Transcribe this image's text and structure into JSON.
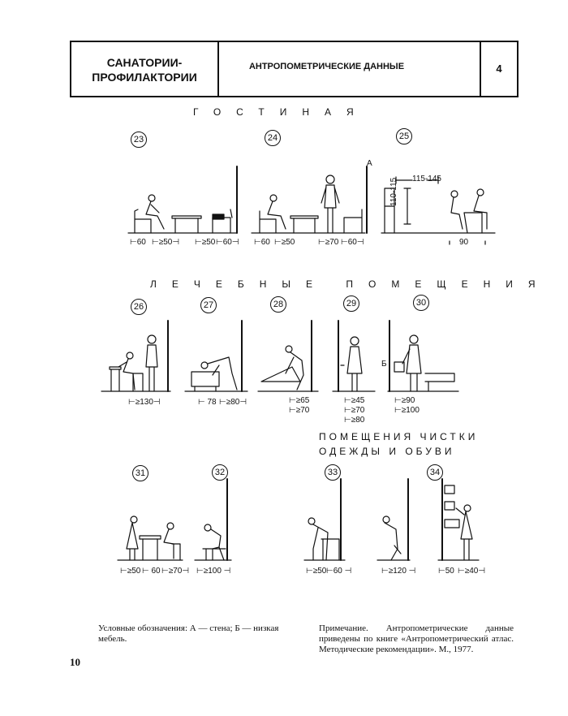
{
  "header": {
    "section_title_line1": "САНАТОРИИ-",
    "section_title_line2": "ПРОФИЛАКТОРИИ",
    "topic": "АНТРОПОМЕТРИЧЕСКИЕ ДАННЫЕ",
    "sheet_number": "4"
  },
  "sections": {
    "s1": "ГОСТИНАЯ",
    "s2": "ЛЕЧЕБНЫЕ ПОМЕЩЕНИЯ",
    "s3_line1": "ПОМЕЩЕНИЯ ЧИСТКИ",
    "s3_line2": "ОДЕЖДЫ И ОБУВИ"
  },
  "figures": {
    "n23": "23",
    "n24": "24",
    "n25": "25",
    "n26": "26",
    "n27": "27",
    "n28": "28",
    "n29": "29",
    "n30": "30",
    "n31": "31",
    "n32": "32",
    "n33": "33",
    "n34": "34"
  },
  "labels": {
    "wall": "А",
    "low_furniture": "Б"
  },
  "dims": {
    "d23a": "60",
    "d23b": "≥50",
    "d23c": "≥50",
    "d23d": "60",
    "d24a": "60",
    "d24b": "≥50",
    "d24c": "≥70",
    "d24d": "60",
    "d25w": "115-145",
    "d25h": "110-115",
    "d25a": "90",
    "d26": "≥130",
    "d27a": "78",
    "d27b": "≥80",
    "d28a": "≥65",
    "d28b": "≥70",
    "d29a": "≥45",
    "d29b": "≥70",
    "d29c": "≥80",
    "d30a": "≥90",
    "d30b": "≥100",
    "d31a": "≥50",
    "d31b": "60",
    "d31c": "≥70",
    "d32": "≥100",
    "d33a": "≥50",
    "d33b": "60",
    "d33c": "≥120",
    "d34a": "50",
    "d34b": "≥40"
  },
  "footer": {
    "legend": "Условные обозначения: А — стена; Б — низкая мебель.",
    "note": "Примечание. Антропометрические данные приведены по книге «Антропометрический атлас. Методические рекомендации». М., 1977.",
    "page_number": "10"
  }
}
